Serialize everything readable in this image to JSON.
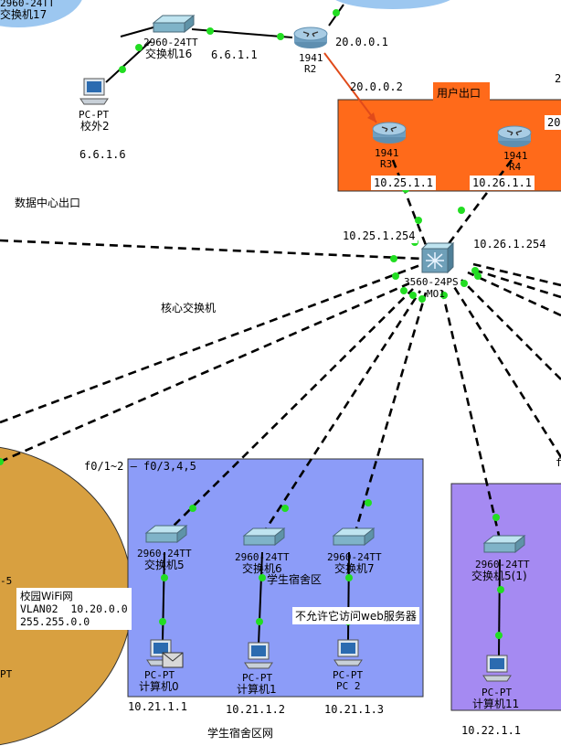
{
  "title_outlet": "用户出口",
  "data_center_outlet": "数据中心出口",
  "core_switch_label": "核心交换机",
  "dorm_ports": "f0/1~2  —  f0/3,4,5",
  "f_label": "f",
  "dorm_caption": "学生宿舍区",
  "dorm_restriction": "不允许它访问web服务器",
  "dorm_net": "学生宿舍区网",
  "devices": {
    "top_left": {
      "line1": "2960-24TT",
      "line2": "交换机17"
    },
    "sw16": {
      "line1": "2960-24TT",
      "line2": "交换机16"
    },
    "r2": {
      "line1": "1941",
      "line2": "R2"
    },
    "pc_out": {
      "line1": "PC-PT",
      "line2": "校外2"
    },
    "r3": {
      "line1": "1941",
      "line2": "R3"
    },
    "r4": {
      "line1": "1941",
      "line2": "R4"
    },
    "core": {
      "line1": "3560-24PS",
      "line2": "MO1"
    },
    "sw5": {
      "line1": "2960-24TT",
      "line2": "交换机5"
    },
    "sw6": {
      "line1": "2960-24TT",
      "line2": "交换机6"
    },
    "sw7": {
      "line1": "2960-24TT",
      "line2": "交换机7"
    },
    "sw51": {
      "line1": "2960-24TT",
      "line2": "交换机5(1)"
    },
    "pc0": {
      "line1": "PC-PT",
      "line2": "计算机0"
    },
    "pc1": {
      "line1": "PC-PT",
      "line2": "计算机1"
    },
    "pc2": {
      "line1": "PC-PT",
      "line2": "PC 2"
    },
    "pc11": {
      "line1": "PC-PT",
      "line2": "计算机11"
    }
  },
  "ips": {
    "sw16": "6.6.1.1",
    "r2": "20.0.0.1",
    "r3_top": "20.0.0.2",
    "pc_out": "6.6.1.6",
    "r3": "10.25.1.1",
    "r4": "10.26.1.1",
    "core_left": "10.25.1.254",
    "core_right": "10.26.1.254",
    "pc0": "10.21.1.1",
    "pc1": "10.21.1.2",
    "pc2": "10.21.1.3",
    "pc11": "10.22.1.1",
    "edge_top_right": "2",
    "edge_r4_right": "20"
  },
  "wifi": {
    "name": "校园WiFi网",
    "vlan": "VLAN02  10.20.0.0",
    "mask": "255.255.0.0",
    "edge_left_1": "-5",
    "edge_left_2": "PT"
  },
  "colors": {
    "orange_zone": "#FF6A1A",
    "blue_zone": "#8C9CF8",
    "purple_zone": "#A58AF2",
    "wifi_zone": "#D8A040",
    "top_zone": "#9CC7F0",
    "link_dot": "#22DD22",
    "serial_link": "#E04A1A"
  }
}
